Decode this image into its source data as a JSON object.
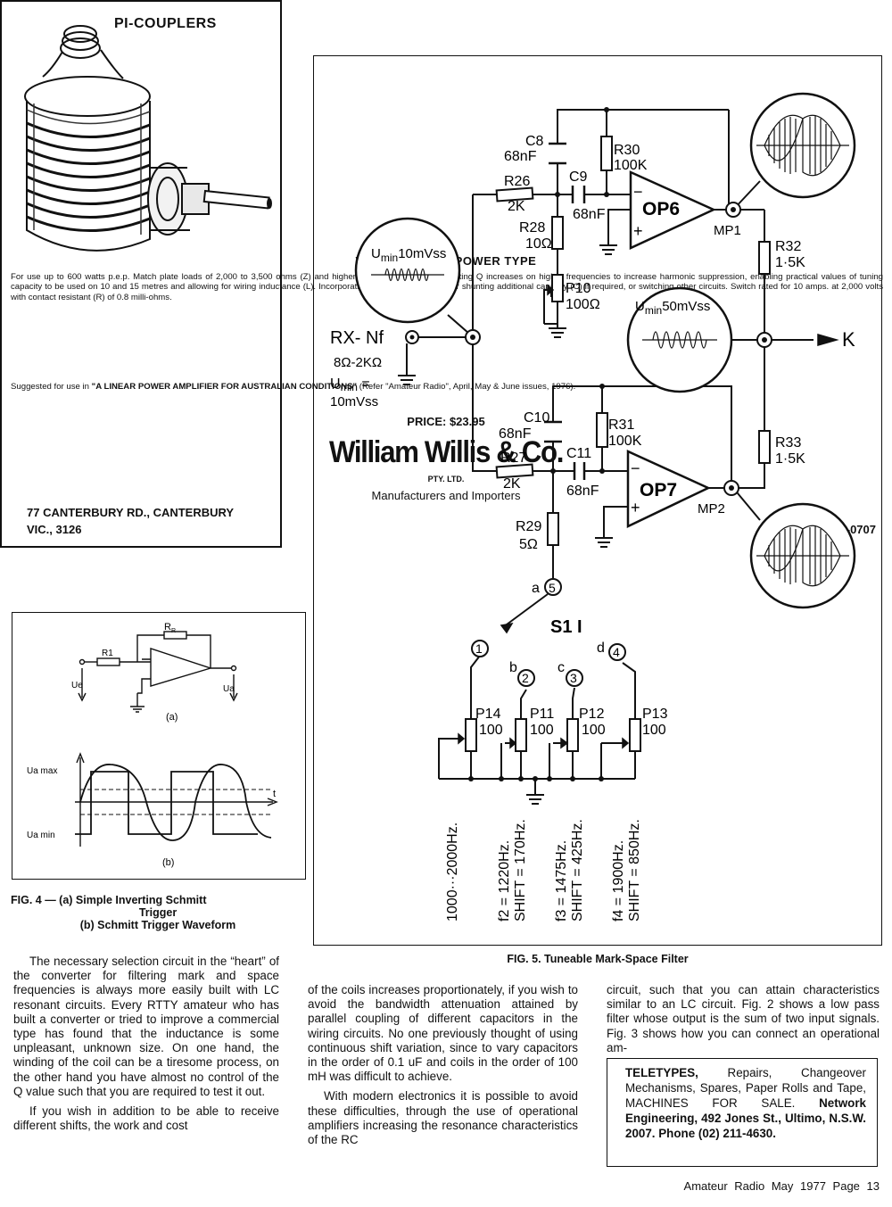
{
  "ad": {
    "title": "PI-COUPLERS",
    "model": "WILLIS MEDIUM POWER TYPE",
    "body": "For use up to 600 watts p.e.p. Match plate loads of 2,000 to 3,500 ohms (Z) and higher into co-axial cable. Operating Q increases on higher frequencies to increase harmonic suppression, enabling practical values of tuning capacity to be used on 10 and 15 metres and allowing for wiring inductance (L). Incorporating extra switch section for shunting additional capacity (C) if required, or switching other circuits. Switch rated for 10 amps. at 2,000 volts with contact resistant (R) of 0.8 milli-ohms.",
    "suggested_prefix": "Suggested for use in ",
    "suggested_title": "\"A LINEAR POWER AMPLIFIER FOR AUSTRALIAN CONDITIONS\"",
    "suggested_suffix": " (Refer \"Amateur Radio\", April, May & June issues, 1976).",
    "price": "PRICE: $23.95",
    "company": "William Willis & Co.",
    "company_suffix": "PTY. LTD.",
    "tagline": "Manufacturers and Importers",
    "address": "77 CANTERBURY RD., CANTERBURY",
    "city": "VIC., 3126",
    "phone": "Phone 836-0707"
  },
  "fig4": {
    "label_rr": "R",
    "label_rr_sub": "R",
    "label_r1": "R1",
    "label_ue": "Ue",
    "label_ua": "Ua",
    "label_a": "(a)",
    "label_uamax": "Ua max",
    "label_uamin": "Ua min",
    "label_t": "t",
    "label_b": "(b)",
    "caption_line1": "FIG. 4 — (a) Simple Inverting Schmitt",
    "caption_line2": "Trigger",
    "caption_line3": "(b) Schmitt Trigger Waveform"
  },
  "fig5": {
    "c8": "C8",
    "c8v": "68nF",
    "r30": "R30",
    "r30v": "100K",
    "r26": "R26",
    "r26v": "2K",
    "c9": "C9",
    "c9v": "68nF",
    "op6": "OP6",
    "r28": "R28",
    "r28v": "10Ω",
    "p10": "P10",
    "p10v": "100Ω",
    "mp1": "MP1",
    "r32": "R32",
    "r32v": "1·5K",
    "umin10_main": "U",
    "umin10_sub": "min",
    "umin10_val": "10mVss",
    "umin50_main": "U",
    "umin50_sub": "min",
    "umin50_val": "50mVss",
    "rxnf": "RX- Nf",
    "imp": "8Ω-2KΩ",
    "umin_label": "U",
    "umin_label_sub": "min",
    "umin_eq": " =",
    "umin_val": "10mVss",
    "k": "K",
    "c10": "C10",
    "c10v": "68nF",
    "r31": "R31",
    "r31v": "100K",
    "r27": "R27",
    "r27v": "2K",
    "c11": "C11",
    "c11v": "68nF",
    "op7": "OP7",
    "mp2": "MP2",
    "r33": "R33",
    "r33v": "1·5K",
    "r29": "R29",
    "r29v": "5Ω",
    "sw_a": "a",
    "sw_5": "5",
    "s1": "S1 I",
    "n1": "1",
    "n2": "2",
    "n3": "3",
    "n4": "4",
    "b": "b",
    "c": "c",
    "d": "d",
    "p14": "P14",
    "p14v": "100",
    "p11": "P11",
    "p11v": "100",
    "p12": "P12",
    "p12v": "100",
    "p13": "P13",
    "p13v": "100",
    "minus": "−",
    "plus": "+",
    "f1": "1000···2000Hz.",
    "f2a": "f2 = 1220Hz.",
    "f2b": "SHIFT = 170Hz.",
    "f3a": "f3 = 1475Hz.",
    "f3b": "SHIFT = 425Hz.",
    "f4a": "f4 = 1900Hz.",
    "f4b": "SHIFT = 850Hz.",
    "caption": "FIG. 5. Tuneable Mark-Space Filter"
  },
  "col1": {
    "p1": "The necessary selection circuit in the “heart” of the converter for filtering mark and space frequencies is always more easily built with LC resonant circuits. Every RTTY amateur who has built a converter or tried to improve a commercial type has found that the inductance is some unpleasant, unknown size. On one hand, the winding of the coil can be a tiresome process, on the other hand you have almost no control of the Q value such that you are required to test it out.",
    "p2": "If you wish in addition to be able to receive different shifts, the work and cost"
  },
  "col2": {
    "p1": "of the coils increases proportionately, if you wish to avoid the bandwidth attenuation attained by parallel coupling of different capacitors in the wiring circuits. No one previously thought of using continuous shift variation, since to vary capacitors in the order of 0.1 uF and coils in the order of 100 mH was difficult to achieve.",
    "p2": "With modern electronics it is possible to avoid these difficulties, through the use of operational amplifiers increasing the resonance characteristics of the RC"
  },
  "col3": {
    "p1": "circuit, such that you can attain characteristics similar to an LC circuit. Fig. 2 shows a low pass filter whose output is the sum of two input signals. Fig. 3 shows how you can connect an operational am-"
  },
  "tele": {
    "bold1": "TELETYPES,",
    "text1": " Repairs, Changeover Mechanisms, Spares, Paper Rolls and Tape, MACHINES FOR SALE.",
    "bold2": "Network Engineering, 492 Jones St., Ultimo, N.S.W. 2007. Phone (02) 211-4630."
  },
  "footer": {
    "text": "Amateur Radio  May 1977  Page 13"
  }
}
